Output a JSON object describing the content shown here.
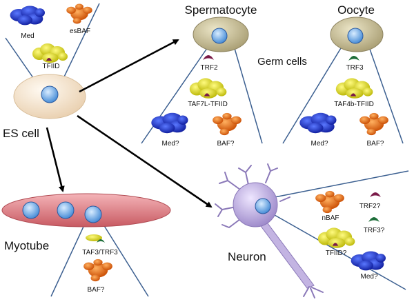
{
  "cells": {
    "es": {
      "label": "ES cell"
    },
    "spermatocyte": {
      "label": "Spermatocyte"
    },
    "oocyte": {
      "label": "Oocyte"
    },
    "myotube": {
      "label": "Myotube"
    },
    "neuron": {
      "label": "Neuron"
    }
  },
  "group_label": "Germ cells",
  "es_factors": {
    "med": "Med",
    "esbaf": "esBAF",
    "tfiid": "TFIID"
  },
  "spermatocyte_factors": {
    "trf2": "TRF2",
    "taf7l": "TAF7L-TFIID",
    "med": "Med?",
    "baf": "BAF?"
  },
  "oocyte_factors": {
    "trf3": "TRF3",
    "taf4b": "TAF4b-TFIID",
    "med": "Med?",
    "baf": "BAF?"
  },
  "myotube_factors": {
    "taf3": "TAF3/TRF3",
    "baf": "BAF?"
  },
  "neuron_factors": {
    "nbaf": "nBAF",
    "trf2": "TRF2?",
    "trf3": "TRF3?",
    "tfiid": "TFIID?",
    "med": "Med?"
  },
  "colors": {
    "med": "#1a2fd0",
    "baf": "#ee6a10",
    "tfiid": "#e6e61a",
    "trf": "#7a1a48",
    "trf3": "#1e6e3a",
    "nucleus": "#7fb7ee",
    "es_cell": "#f6e1c6",
    "germ_cell": "#c9c09a",
    "myotube": "#e07a80",
    "neuron": "#b8a6d8",
    "line": "#3b5f90"
  }
}
